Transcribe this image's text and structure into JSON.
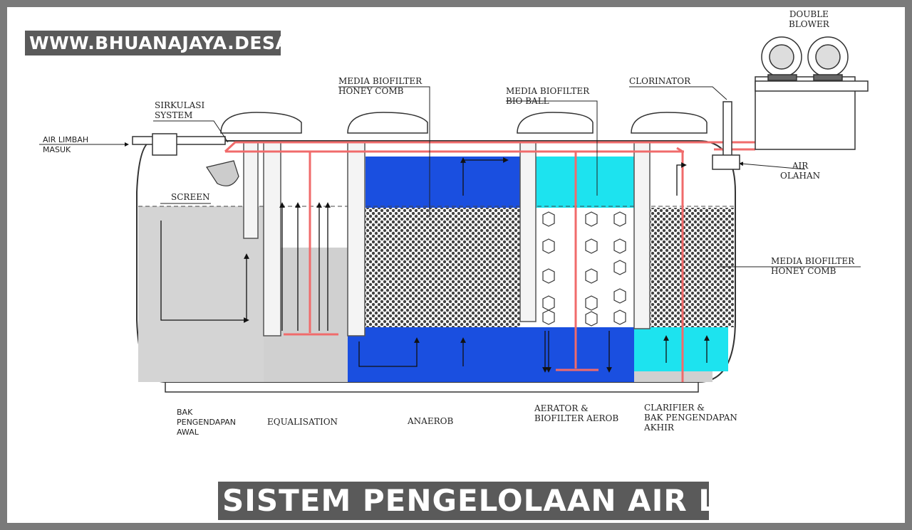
{
  "site_url": "WWW.BHUANAJAYA.DESA.ID",
  "title": "SISTEM PENGELOLAAN AIR LIMBAH",
  "colors": {
    "frame": "#7a7a7a",
    "banner": "#5a5a5a",
    "anaerob_blue": "#1550e0",
    "aerob_cyan": "#19e0f0",
    "pipe_red": "#f07070",
    "water_grey": "#d2d2d2"
  },
  "labels": {
    "double_blower": "DOUBLE\nBLOWER",
    "air_limbah_masuk": "AIR LIMBAH\nMASUK",
    "sirkulasi_system": "SIRKULASI\nSYSTEM",
    "screen": "SCREEN",
    "media_biofilter_honey_comb_top": "MEDIA BIOFILTER\nHONEY COMB",
    "media_biofilter_bio_ball": "MEDIA BIOFILTER\nBIO BALL",
    "clorinator": "CLORINATOR",
    "air_olahan": "AIR\nOLAHAN",
    "media_biofilter_honey_comb_right": "MEDIA BIOFILTER\nHONEY COMB"
  },
  "stages": [
    {
      "label": "BAK\nPENGENDAPAN\nAWAL"
    },
    {
      "label": "EQUALISATION"
    },
    {
      "label": "ANAEROB"
    },
    {
      "label": "AERATOR &\nBIOFILTER AEROB"
    },
    {
      "label": "CLARIFIER &\nBAK PENGENDAPAN\nAKHIR"
    }
  ]
}
